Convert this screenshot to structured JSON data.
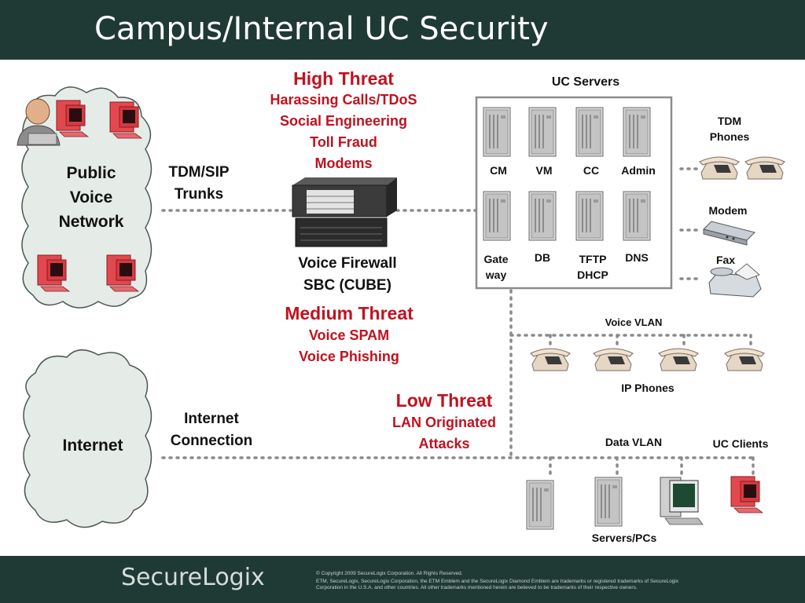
{
  "header": {
    "title": "Campus/Internal UC Security"
  },
  "clouds": {
    "pstn": [
      "Public",
      "Voice",
      "Network"
    ],
    "internet": "Internet"
  },
  "links": {
    "tdm_sip": [
      "TDM/SIP",
      "Trunks"
    ],
    "internet_conn": [
      "Internet",
      "Connection"
    ]
  },
  "threats": {
    "high": {
      "title": "High Threat",
      "items": [
        "Harassing Calls/TDoS",
        "Social Engineering",
        "Toll Fraud",
        "Modems"
      ]
    },
    "medium": {
      "title": "Medium Threat",
      "items": [
        "Voice SPAM",
        "Voice Phishing"
      ]
    },
    "low": {
      "title": "Low Threat",
      "items": [
        "LAN Originated",
        "Attacks"
      ]
    }
  },
  "firewall": [
    "Voice Firewall",
    "SBC (CUBE)"
  ],
  "uc_servers": {
    "title": "UC Servers",
    "row1": [
      "CM",
      "VM",
      "CC",
      "Admin"
    ],
    "row2": [
      [
        "Gate",
        "way"
      ],
      [
        "DB"
      ],
      [
        "TFTP",
        "DHCP"
      ],
      [
        "DNS"
      ]
    ]
  },
  "endpoints": {
    "tdm_phones": [
      "TDM",
      "Phones"
    ],
    "modem": "Modem",
    "fax": "Fax"
  },
  "voice_vlan": {
    "title": "Voice VLAN",
    "ip_phones": "IP Phones"
  },
  "data_vlan": {
    "title": "Data VLAN",
    "uc_clients": "UC Clients",
    "servers_pcs": "Servers/PCs"
  },
  "footer": {
    "logo": "SecureLogix",
    "copyright": [
      "© Copyright 2009 SecureLogix Corporation. All Rights Reserved.",
      "ETM, SecureLogix, SecureLogix Corporation, the ETM Emblem and the SecureLogix Diamond Emblem are trademarks or registered trademarks of SecureLogix",
      "Corporation in the U.S.A. and other countries. All other trademarks mentioned herein are believed to be trademarks of their respective owners."
    ]
  },
  "colors": {
    "header_bg": "#1f3a34",
    "threat_red": "#c0121f",
    "cloud_fill": "#e5ece8",
    "pc_red": "#d9444f"
  }
}
